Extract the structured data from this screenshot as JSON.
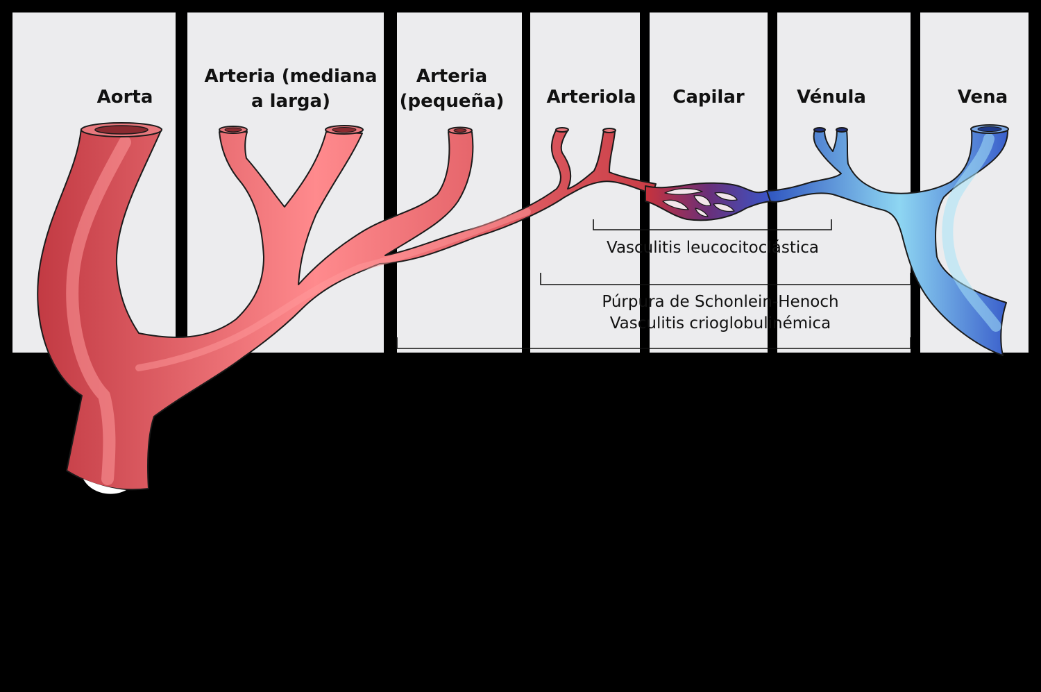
{
  "columns": [
    {
      "id": "aorta",
      "title_lines": [
        "Aorta"
      ]
    },
    {
      "id": "arteria-mediana",
      "title_lines": [
        "Arteria (mediana",
        "a larga)"
      ]
    },
    {
      "id": "arteria-pequena",
      "title_lines": [
        "Arteria",
        "(pequeña)"
      ]
    },
    {
      "id": "arteriola",
      "title_lines": [
        "Arteriola"
      ]
    },
    {
      "id": "capilar",
      "title_lines": [
        "Capilar"
      ]
    },
    {
      "id": "venula",
      "title_lines": [
        "Vénula"
      ]
    },
    {
      "id": "vena",
      "title_lines": [
        "Vena"
      ]
    }
  ],
  "brackets": {
    "leucocitoclastica": {
      "lines": [
        "Vasculitis leucocitoclástica"
      ]
    },
    "schonlein": {
      "lines": [
        "Púrpura de Schonlein-Henoch",
        "Vasculitis crioglobulinémica"
      ]
    },
    "bottom": {
      "lines": []
    }
  },
  "colors": {
    "panel": "#ececee",
    "artery": "#d8434c",
    "artery_highlight": "#ff8a8d",
    "vein": "#3f66cf",
    "vein_highlight": "#8ed6f2",
    "outline": "#1a1a1a"
  }
}
